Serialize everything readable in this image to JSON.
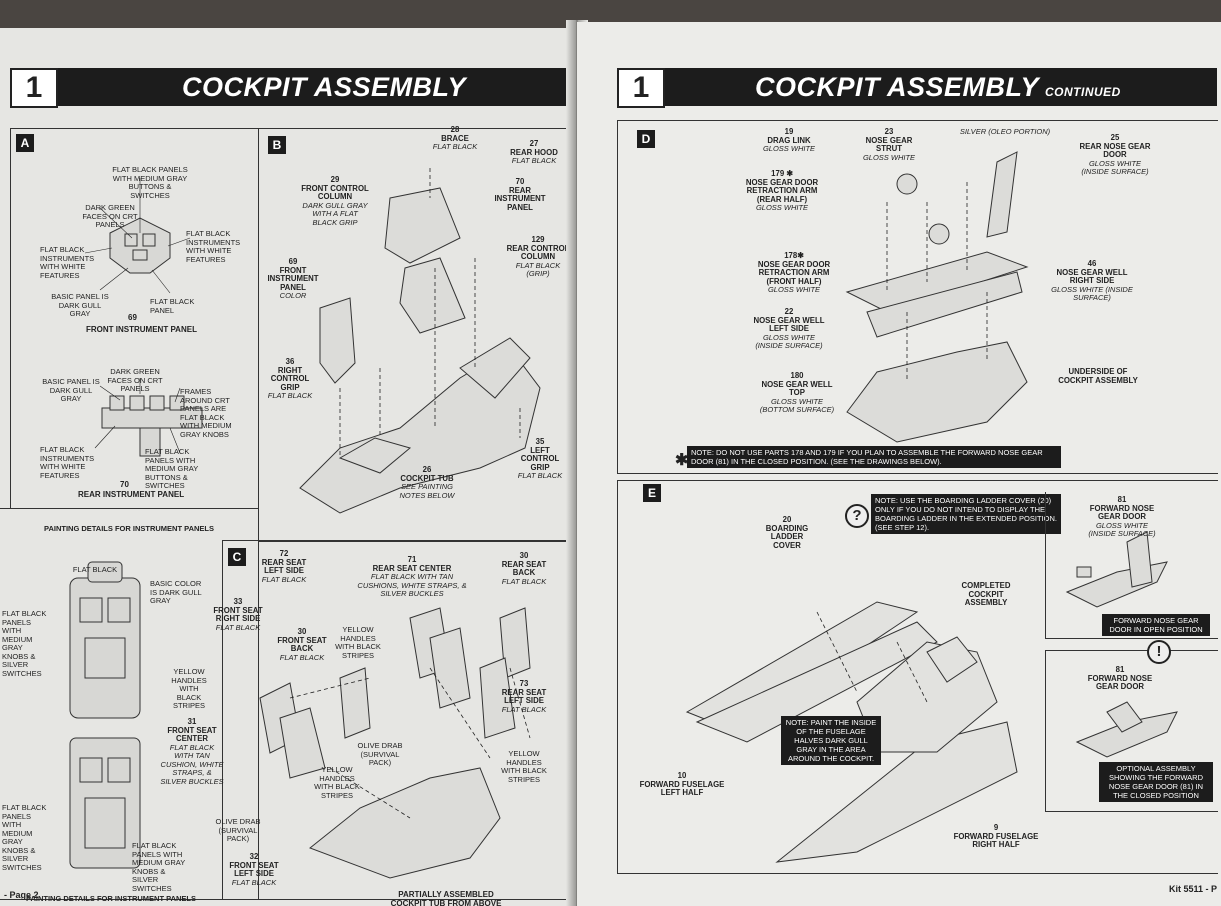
{
  "left": {
    "step_number": "1",
    "title": "COCKPIT ASSEMBLY",
    "panel_a": {
      "letter": "A",
      "front_labels": [
        "FLAT BLACK PANELS WITH MEDIUM GRAY BUTTONS & SWITCHES",
        "DARK GREEN FACES ON CRT PANELS",
        "FLAT BLACK INSTRUMENTS WITH WHITE FEATURES",
        "FLAT BLACK INSTRUMENTS WITH WHITE FEATURES",
        "BASIC PANEL IS DARK GULL GRAY",
        "FLAT BLACK PANEL"
      ],
      "front_part_no": "69",
      "front_caption": "FRONT INSTRUMENT PANEL",
      "rear_labels": [
        "DARK GREEN FACES ON CRT PANELS",
        "BASIC PANEL IS DARK GULL GRAY",
        "FRAMES AROUND CRT PANELS ARE FLAT BLACK WITH MEDIUM GRAY KNOBS",
        "FLAT BLACK INSTRUMENTS WITH WHITE FEATURES",
        "FLAT BLACK PANELS WITH MEDIUM GRAY BUTTONS & SWITCHES"
      ],
      "rear_part_no": "70",
      "rear_caption": "REAR INSTRUMENT PANEL",
      "footer_caption": "PAINTING DETAILS FOR INSTRUMENT PANELS"
    },
    "panel_b": {
      "letter": "B",
      "parts": [
        {
          "no": "28",
          "name": "BRACE",
          "color": "FLAT BLACK"
        },
        {
          "no": "27",
          "name": "REAR HOOD",
          "color": "FLAT BLACK"
        },
        {
          "no": "70",
          "name": "REAR INSTRUMENT PANEL",
          "color": ""
        },
        {
          "no": "29",
          "name": "FRONT CONTROL COLUMN",
          "color": "DARK GULL GRAY WITH A FLAT BLACK GRIP"
        },
        {
          "no": "129",
          "name": "REAR CONTROL COLUMN",
          "color": "FLAT BLACK (GRIP)"
        },
        {
          "no": "69",
          "name": "FRONT INSTRUMENT PANEL",
          "color": "COLOR"
        },
        {
          "no": "36",
          "name": "RIGHT CONTROL GRIP",
          "color": "FLAT BLACK"
        },
        {
          "no": "26",
          "name": "COCKPIT TUB",
          "color": "SEE PAINTING NOTES BELOW"
        },
        {
          "no": "35",
          "name": "LEFT CONTROL GRIP",
          "color": "FLAT BLACK"
        }
      ]
    },
    "panel_lower_left": {
      "labels": [
        "FLAT BLACK",
        "BASIC COLOR IS DARK GULL GRAY",
        "FLAT BLACK PANELS WITH MEDIUM GRAY KNOBS & SILVER SWITCHES",
        "FLAT BLACK PANELS WITH MEDIUM GRAY KNOBS & SILVER SWITCHES",
        "FLAT BLACK PANELS WITH MEDIUM GRAY KNOBS & SILVER SWITCHES"
      ],
      "footer_caption": "PAINTING DETAILS FOR INSTRUMENT PANELS"
    },
    "panel_c": {
      "letter": "C",
      "parts": [
        {
          "no": "72",
          "name": "REAR SEAT LEFT SIDE",
          "color": "FLAT BLACK"
        },
        {
          "no": "71",
          "name": "REAR SEAT CENTER",
          "color": "FLAT BLACK WITH TAN CUSHIONS, WHITE STRAPS, & SILVER BUCKLES"
        },
        {
          "no": "30",
          "name": "REAR SEAT BACK",
          "color": "FLAT BLACK"
        },
        {
          "no": "33",
          "name": "FRONT SEAT RIGHT SIDE",
          "color": "FLAT BLACK"
        },
        {
          "no": "30",
          "name": "FRONT SEAT BACK",
          "color": "FLAT BLACK"
        },
        {
          "no": "73",
          "name": "REAR SEAT LEFT SIDE",
          "color": "FLAT BLACK"
        },
        {
          "no": "31",
          "name": "FRONT SEAT CENTER",
          "color": "FLAT BLACK WITH TAN CUSHION, WHITE STRAPS, & SILVER BUCKLES"
        },
        {
          "no": "32",
          "name": "FRONT SEAT LEFT SIDE",
          "color": "FLAT BLACK"
        }
      ],
      "callouts": [
        "YELLOW HANDLES WITH BLACK STRIPES",
        "YELLOW HANDLES WITH BLACK STRIPES",
        "YELLOW HANDLES WITH BLACK STRIPES",
        "YELLOW HANDLES WITH BLACK STRIPES",
        "OLIVE DRAB (SURVIVAL PACK)",
        "OLIVE DRAB (SURVIVAL PACK)"
      ],
      "caption": "PARTIALLY ASSEMBLED COCKPIT TUB FROM ABOVE"
    },
    "footer": "- Page 2"
  },
  "right": {
    "step_number": "1",
    "title": "COCKPIT ASSEMBLY",
    "subtitle": "CONTINUED",
    "panel_d": {
      "letter": "D",
      "parts": [
        {
          "no": "19",
          "name": "DRAG LINK",
          "color": "GLOSS WHITE"
        },
        {
          "no": "23",
          "name": "NOSE GEAR STRUT",
          "color": "GLOSS WHITE"
        },
        {
          "no": "",
          "name": "",
          "color": "SILVER (OLEO PORTION)"
        },
        {
          "no": "25",
          "name": "REAR NOSE GEAR DOOR",
          "color": "GLOSS WHITE (INSIDE SURFACE)"
        },
        {
          "no": "179 ✱",
          "name": "NOSE GEAR DOOR RETRACTION ARM (REAR HALF)",
          "color": "GLOSS WHITE"
        },
        {
          "no": "178✱",
          "name": "NOSE GEAR DOOR RETRACTION ARM (FRONT HALF)",
          "color": "GLOSS WHITE"
        },
        {
          "no": "46",
          "name": "NOSE GEAR WELL RIGHT SIDE",
          "color": "GLOSS WHITE (INSIDE SURFACE)"
        },
        {
          "no": "22",
          "name": "NOSE GEAR WELL LEFT SIDE",
          "color": "GLOSS WHITE (INSIDE SURFACE)"
        },
        {
          "no": "180",
          "name": "NOSE GEAR WELL TOP",
          "color": "GLOSS WHITE (BOTTOM SURFACE)"
        },
        {
          "no": "",
          "name": "UNDERSIDE OF COCKPIT ASSEMBLY",
          "color": ""
        }
      ],
      "note": "NOTE: DO NOT USE PARTS 178 AND 179 IF YOU PLAN TO ASSEMBLE THE FORWARD NOSE GEAR DOOR (81) IN THE CLOSED POSITION. (SEE THE DRAWINGS BELOW).",
      "note_mark": "✱"
    },
    "panel_e": {
      "letter": "E",
      "note_ladder": "NOTE: USE THE BOARDING LADDER COVER (20) ONLY IF YOU DO NOT INTEND TO DISPLAY THE BOARDING LADDER IN THE EXTENDED POSITION. (SEE STEP 12).",
      "question_icon": "?",
      "exclaim_icon": "!",
      "parts": [
        {
          "no": "20",
          "name": "BOARDING LADDER COVER",
          "color": ""
        },
        {
          "no": "",
          "name": "COMPLETED COCKPIT ASSEMBLY",
          "color": ""
        },
        {
          "no": "81",
          "name": "FORWARD NOSE GEAR DOOR",
          "color": "GLOSS WHITE (INSIDE SURFACE)"
        },
        {
          "no": "81",
          "name": "FORWARD NOSE GEAR DOOR",
          "color": ""
        },
        {
          "no": "10",
          "name": "FORWARD FUSELAGE LEFT HALF",
          "color": ""
        },
        {
          "no": "9",
          "name": "FORWARD FUSELAGE RIGHT HALF",
          "color": ""
        }
      ],
      "note_paint": "NOTE: PAINT THE INSIDE OF THE FUSELAGE HALVES DARK GULL GRAY IN THE AREA AROUND THE COCKPIT.",
      "open_caption": "FORWARD NOSE GEAR DOOR IN OPEN POSITION",
      "closed_caption": "OPTIONAL ASSEMBLY SHOWING THE FORWARD NOSE GEAR DOOR (81) IN THE CLOSED POSITION"
    },
    "footer": "Kit 5511 - P"
  }
}
